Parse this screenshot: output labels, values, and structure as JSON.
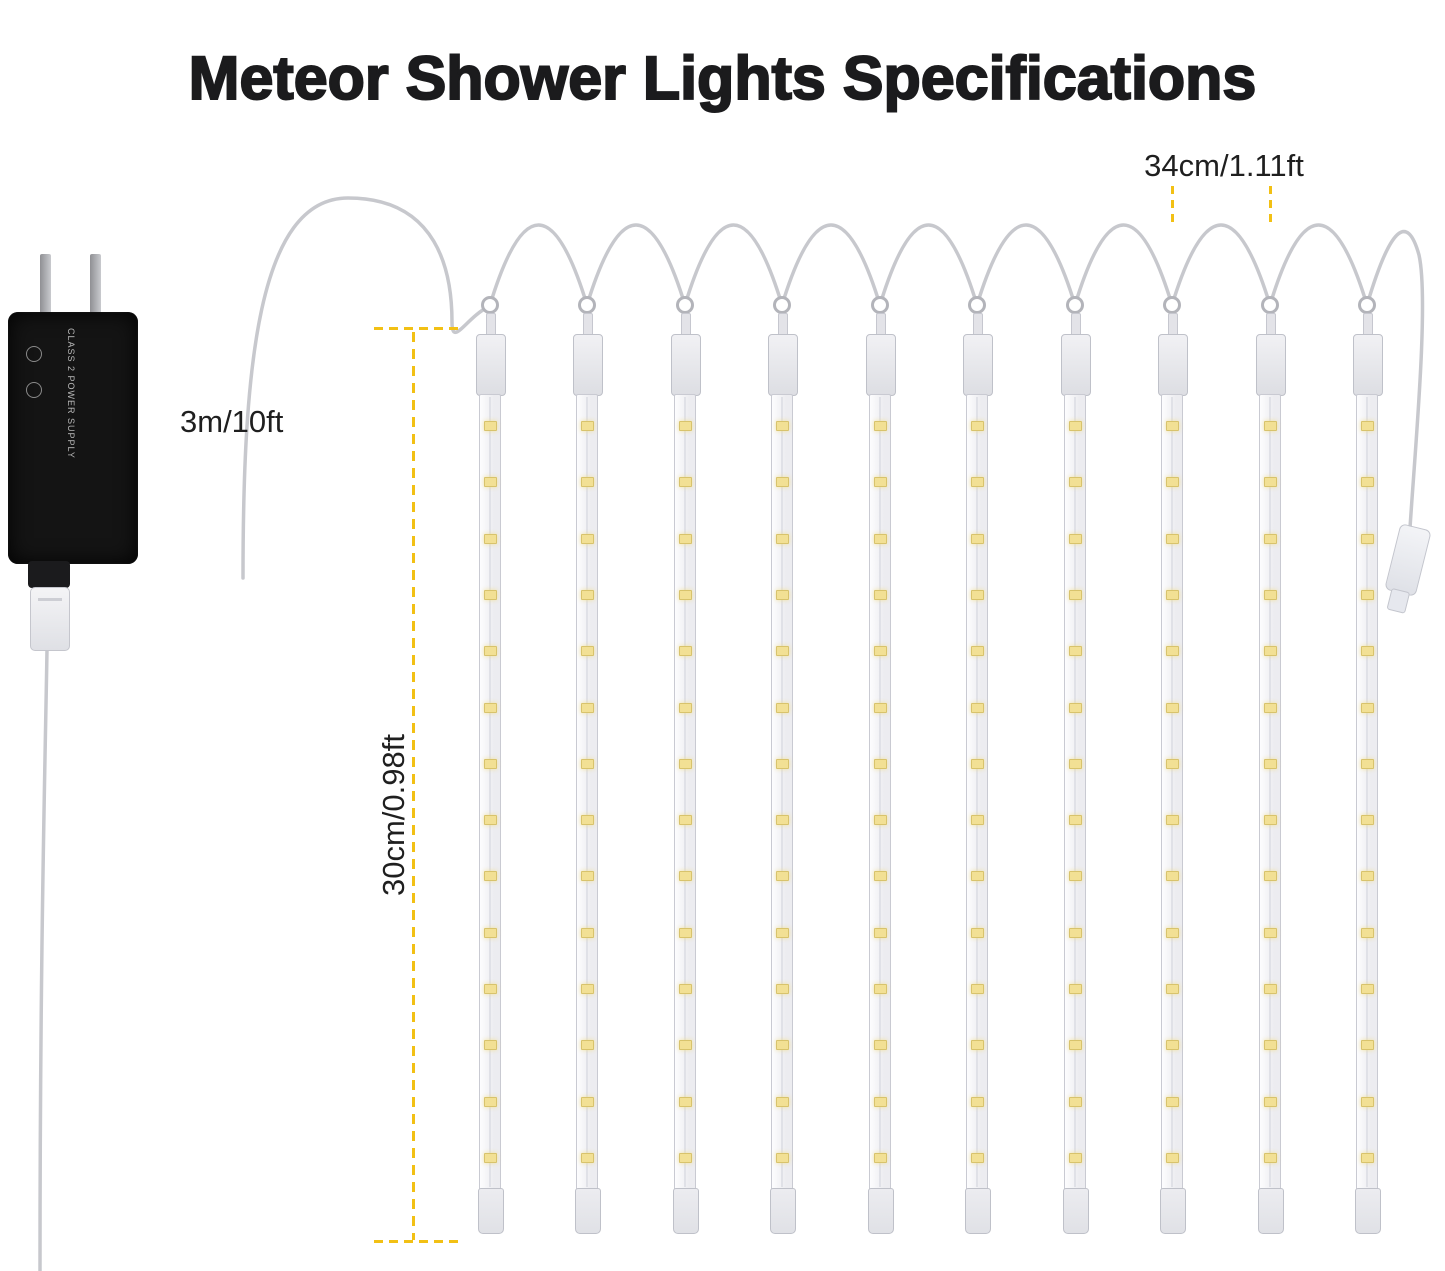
{
  "title": "Meteor Shower Lights Specifications",
  "labels": {
    "cable_length": "3m/10ft",
    "tube_spacing": "34cm/1.11ft",
    "tube_length": "30cm/0.98ft"
  },
  "adapter": {
    "text": "CLASS 2 POWER SUPPLY"
  },
  "diagram": {
    "tube_count": 10,
    "leds_per_tube": 14,
    "colors": {
      "wire": "#c7c8cd",
      "measure": "#f2c014",
      "led_fill": "#f2e094",
      "led_border": "#d8c36c",
      "text": "#1f1f1f"
    }
  }
}
